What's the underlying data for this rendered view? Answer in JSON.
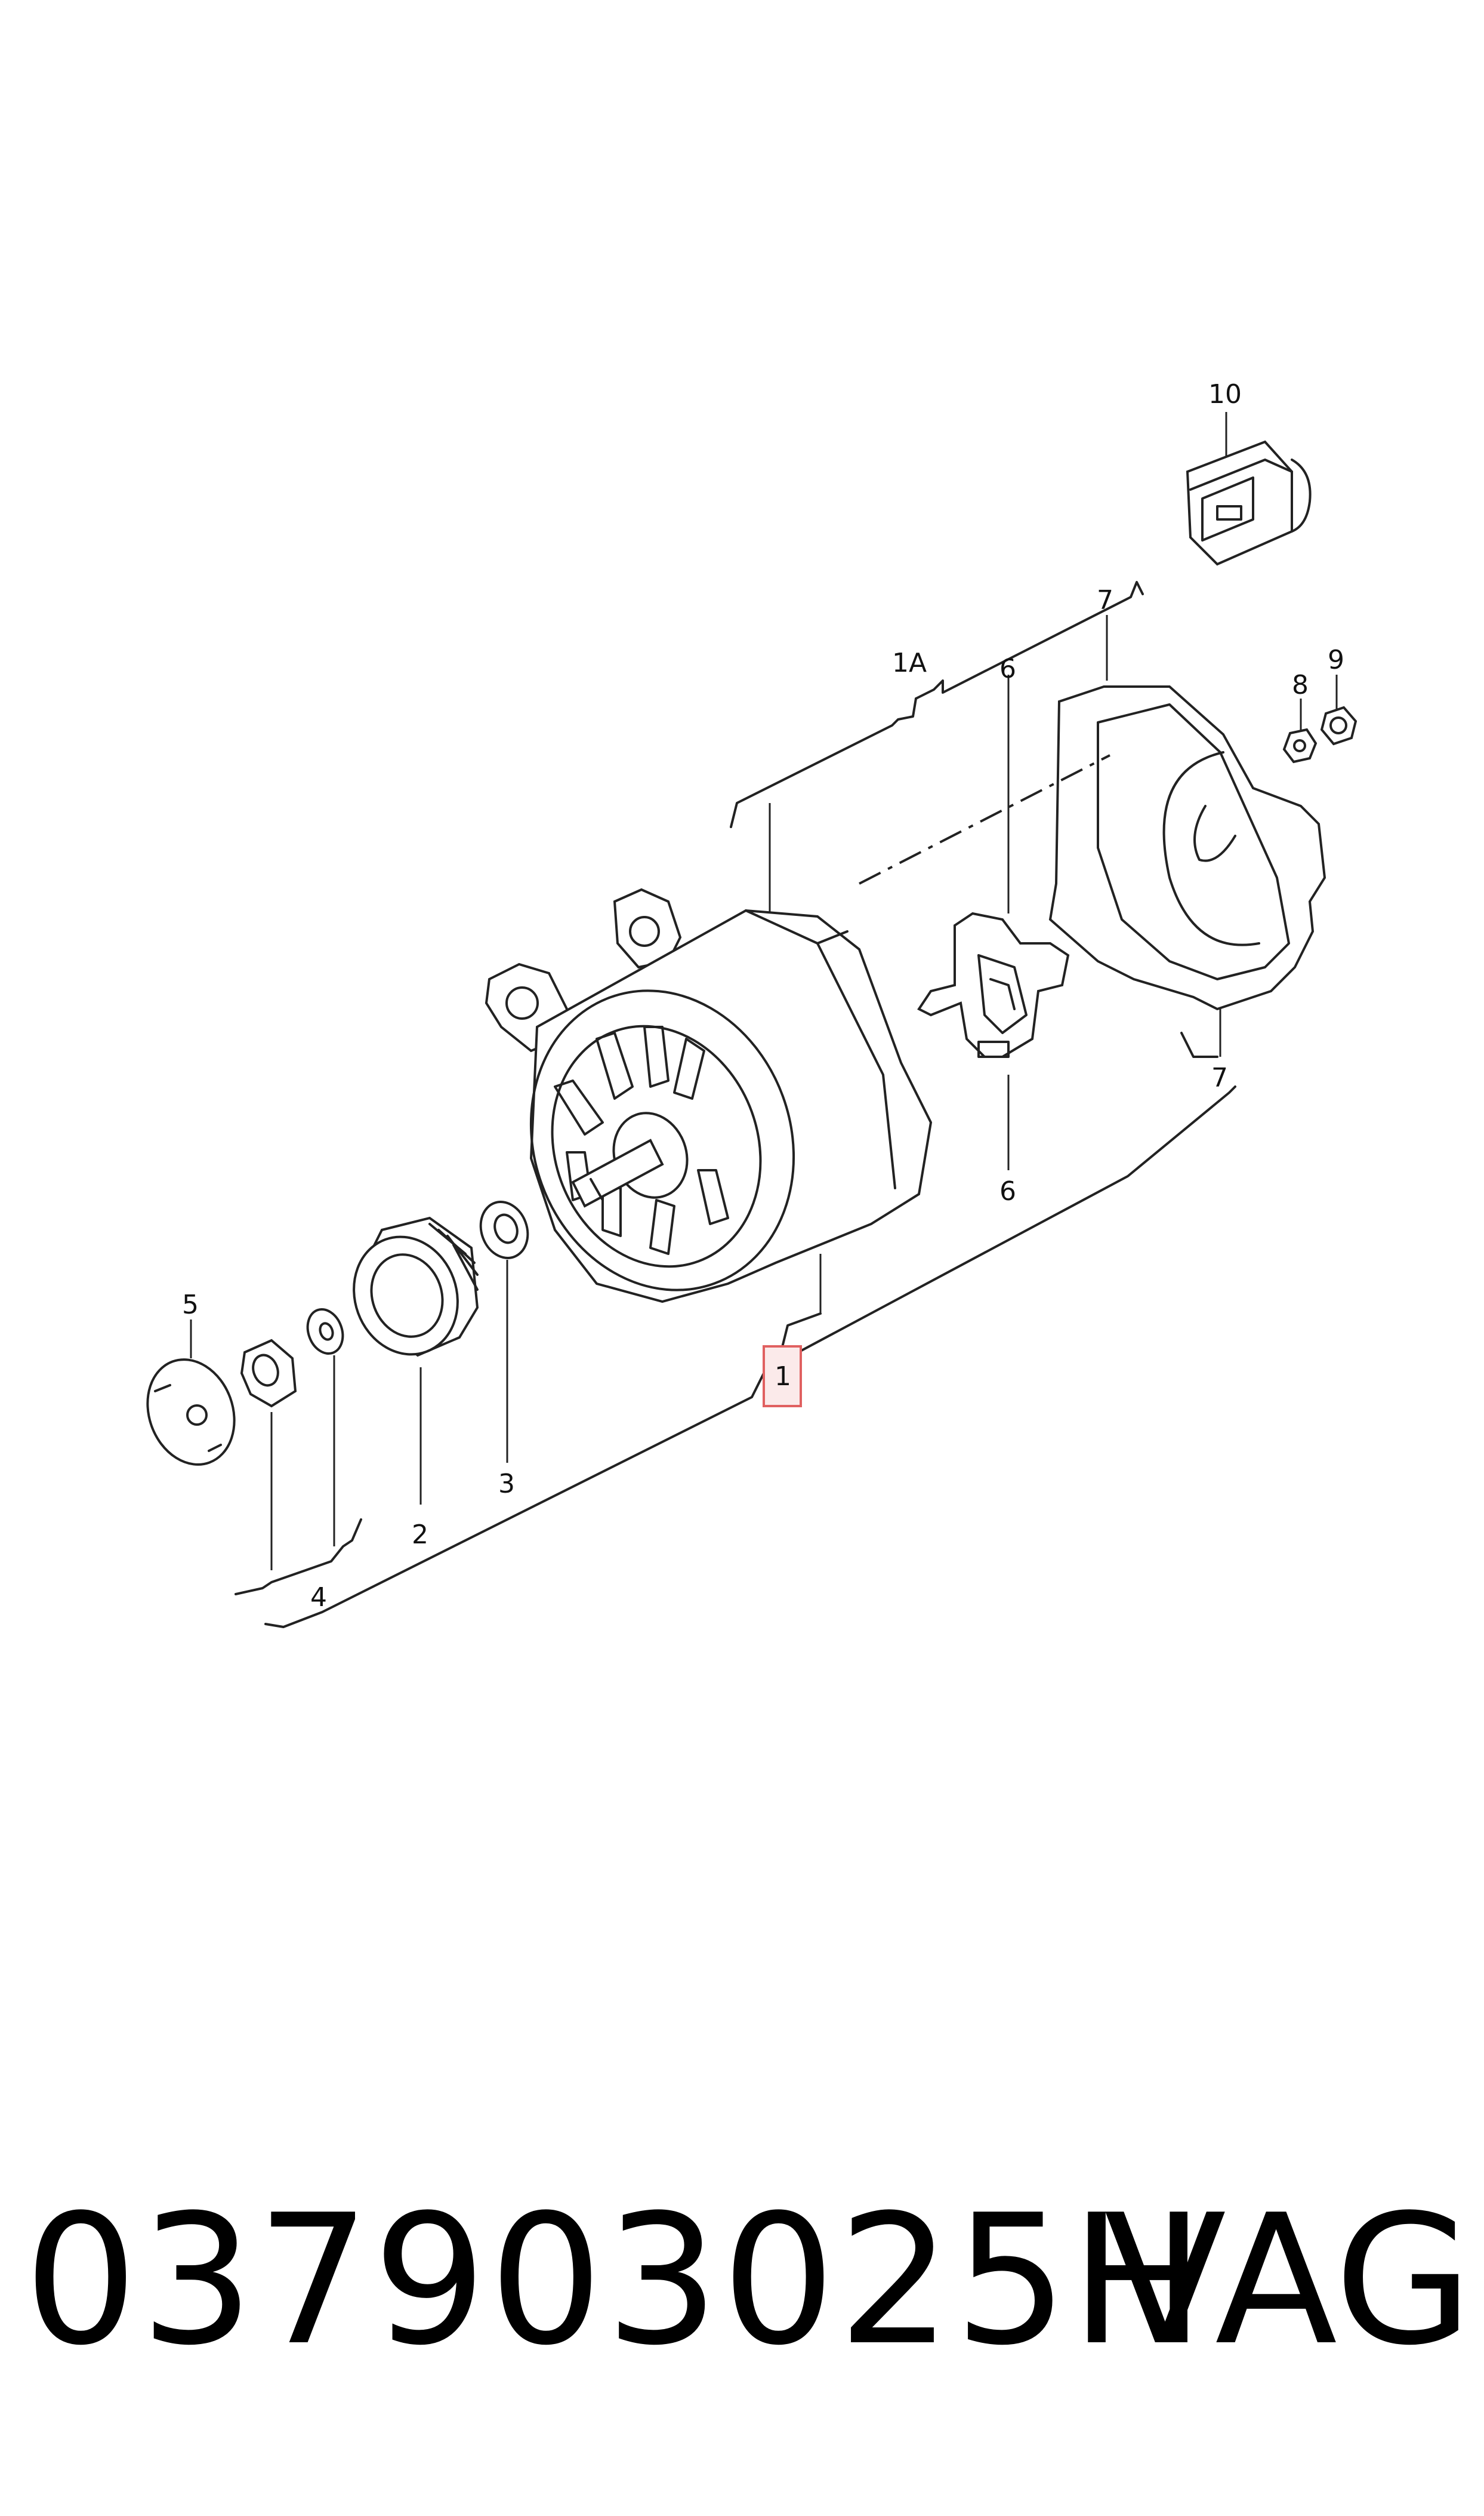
{
  "diagram": {
    "parts": [
      {
        "id": "p1",
        "text": "1"
      },
      {
        "id": "p1a",
        "text": "1A"
      },
      {
        "id": "p2",
        "text": "2"
      },
      {
        "id": "p3",
        "text": "3"
      },
      {
        "id": "p4",
        "text": "4"
      },
      {
        "id": "p5",
        "text": "5"
      },
      {
        "id": "p6a",
        "text": "6"
      },
      {
        "id": "p6b",
        "text": "6"
      },
      {
        "id": "p7a",
        "text": "7"
      },
      {
        "id": "p7b",
        "text": "7"
      },
      {
        "id": "p8",
        "text": "8"
      },
      {
        "id": "p9",
        "text": "9"
      },
      {
        "id": "p10",
        "text": "10"
      }
    ],
    "highlight_color": "#e06060"
  },
  "footer": {
    "part_number": "037903025H",
    "brand": "VAG"
  }
}
